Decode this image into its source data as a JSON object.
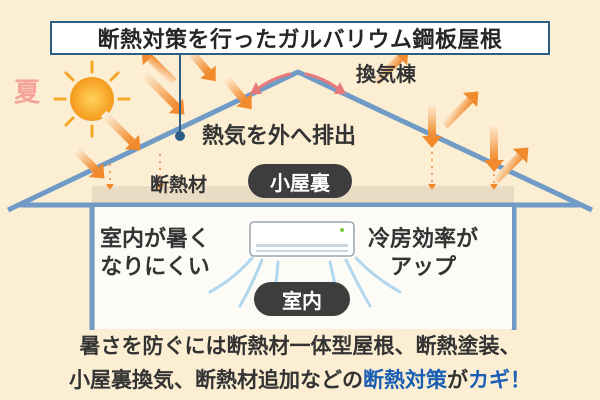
{
  "title": "断熱対策を行ったガルバリウム鋼板屋根",
  "season_label": "夏",
  "labels": {
    "ridge_vent": "換気棟",
    "heat_exhaust": "熱気を外へ排出",
    "insulation": "断熱材",
    "attic": "小屋裏",
    "room": "室内",
    "left_effect_line1": "室内が暑く",
    "left_effect_line2": "なりにくい",
    "right_effect_line1": "冷房効率が",
    "right_effect_line2": "アップ"
  },
  "bottom": {
    "line1": "暑さを防ぐには断熱材一体型屋根、断熱塗装、",
    "line2_plain": "小屋裏換気、断熱材追加などの",
    "line2_highlight": "断熱対策",
    "line2_mid": "が",
    "line2_highlight2": "カギ",
    "line2_end": "！"
  },
  "colors": {
    "background": "#fbeed3",
    "roof_line": "#6f9bc6",
    "title_border": "#2b5f86",
    "arrow_orange": "#f08a2c",
    "sun": "#f5a623",
    "pill": "#3d3d3d",
    "highlight_text": "#1a5fb4",
    "vent_arrow": "#e87a7a"
  },
  "icons": [
    "sun-icon",
    "air-conditioner-icon",
    "heat-arrow-icon",
    "vent-arrow-icon",
    "airflow-icon"
  ]
}
